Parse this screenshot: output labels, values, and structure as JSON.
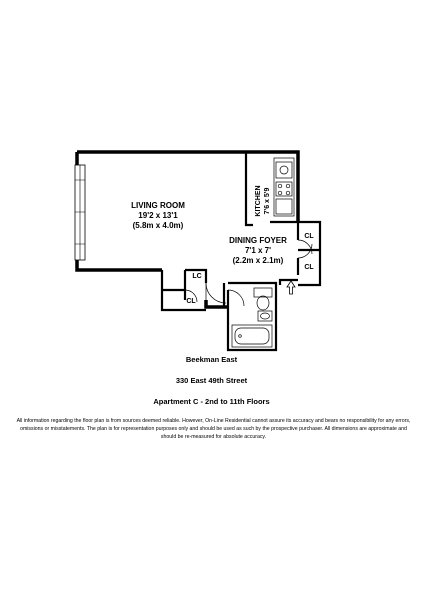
{
  "rooms": {
    "living_room": {
      "name": "LIVING ROOM",
      "dim_ft": "19'2 x 13'1",
      "dim_m": "(5.8m x 4.0m)"
    },
    "kitchen": {
      "name": "KITCHEN",
      "dim": "7'6 x 5'9"
    },
    "dining_foyer": {
      "name": "DINING FOYER",
      "dim_ft": "7'1 x 7'",
      "dim_m": "(2.2m x 2.1m)"
    },
    "closet_1": {
      "label": "CL"
    },
    "closet_2": {
      "label": "CL"
    },
    "closet_3": {
      "label": "CL"
    },
    "linen_closet": {
      "label": "LC"
    }
  },
  "building": {
    "name": "Beekman East",
    "address": "330 East 49th Street",
    "apartment": "Apartment C - 2nd to 11th Floors"
  },
  "disclaimer": "All information regarding the floor plan is from sources deemed reliable. However, On-Line Residential cannot assure its accuracy and bears no responsibility for any errors, omissions or misstatements. The plan is for representation purposes only and should be used as such by the prospective purchaser. All dimensions are approximate and should be re-measured for absolute accuracy."
}
